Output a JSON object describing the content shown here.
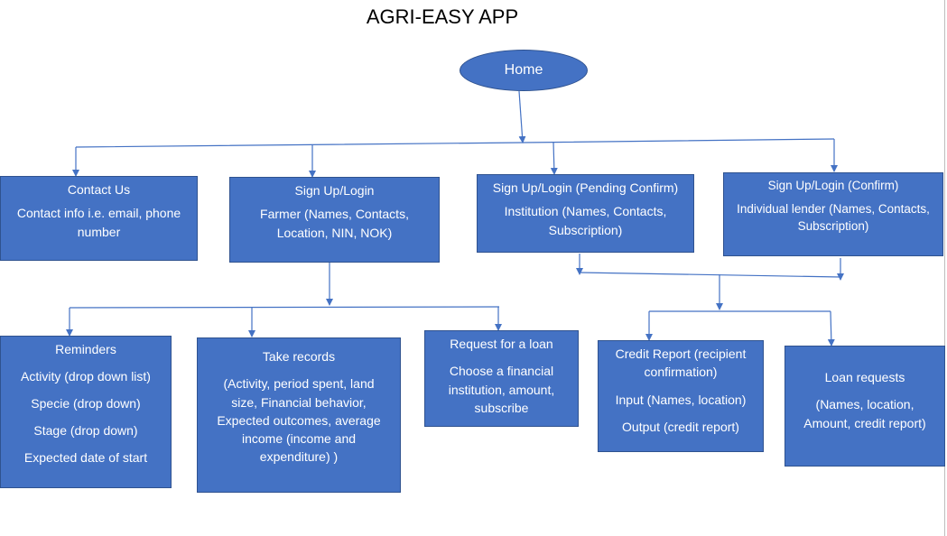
{
  "title": "AGRI-EASY APP",
  "root": {
    "label": "Home"
  },
  "contact": {
    "title": "Contact Us",
    "body": [
      "Contact info i.e. email, phone",
      "number"
    ]
  },
  "farmer": {
    "title": "Sign Up/Login",
    "body": [
      "Farmer (Names, Contacts,",
      "Location, NIN, NOK)"
    ]
  },
  "institution": {
    "title": "Sign Up/Login (Pending Confirm)",
    "body": [
      "Institution  (Names, Contacts,",
      "Subscription)"
    ]
  },
  "lender": {
    "title": "Sign Up/Login (Confirm)",
    "body": [
      "Individual lender (Names, Contacts,",
      "Subscription)"
    ]
  },
  "reminders": {
    "title": "Reminders",
    "items": [
      "Activity (drop down list)",
      "Specie (drop down)",
      "Stage (drop down)",
      "Expected date of start"
    ]
  },
  "records": {
    "title": "Take records",
    "body": [
      "(Activity, period spent, land",
      "size, Financial behavior,",
      "Expected outcomes, average",
      "income (income and",
      "expenditure) )"
    ]
  },
  "loan": {
    "title": "Request for a loan",
    "body": [
      "Choose a financial",
      "institution,  amount,",
      "subscribe"
    ]
  },
  "credit": {
    "title": [
      "Credit Report (recipient",
      "confirmation)"
    ],
    "input": "Input (Names, location)",
    "output": "Output (credit report)"
  },
  "loanreq": {
    "title": "Loan requests",
    "body": [
      "(Names, location,",
      "Amount, credit report)"
    ]
  },
  "colors": {
    "box_fill": "#4472c4",
    "box_border": "#2f528f",
    "connector": "#4472c4",
    "text": "#ffffff"
  }
}
